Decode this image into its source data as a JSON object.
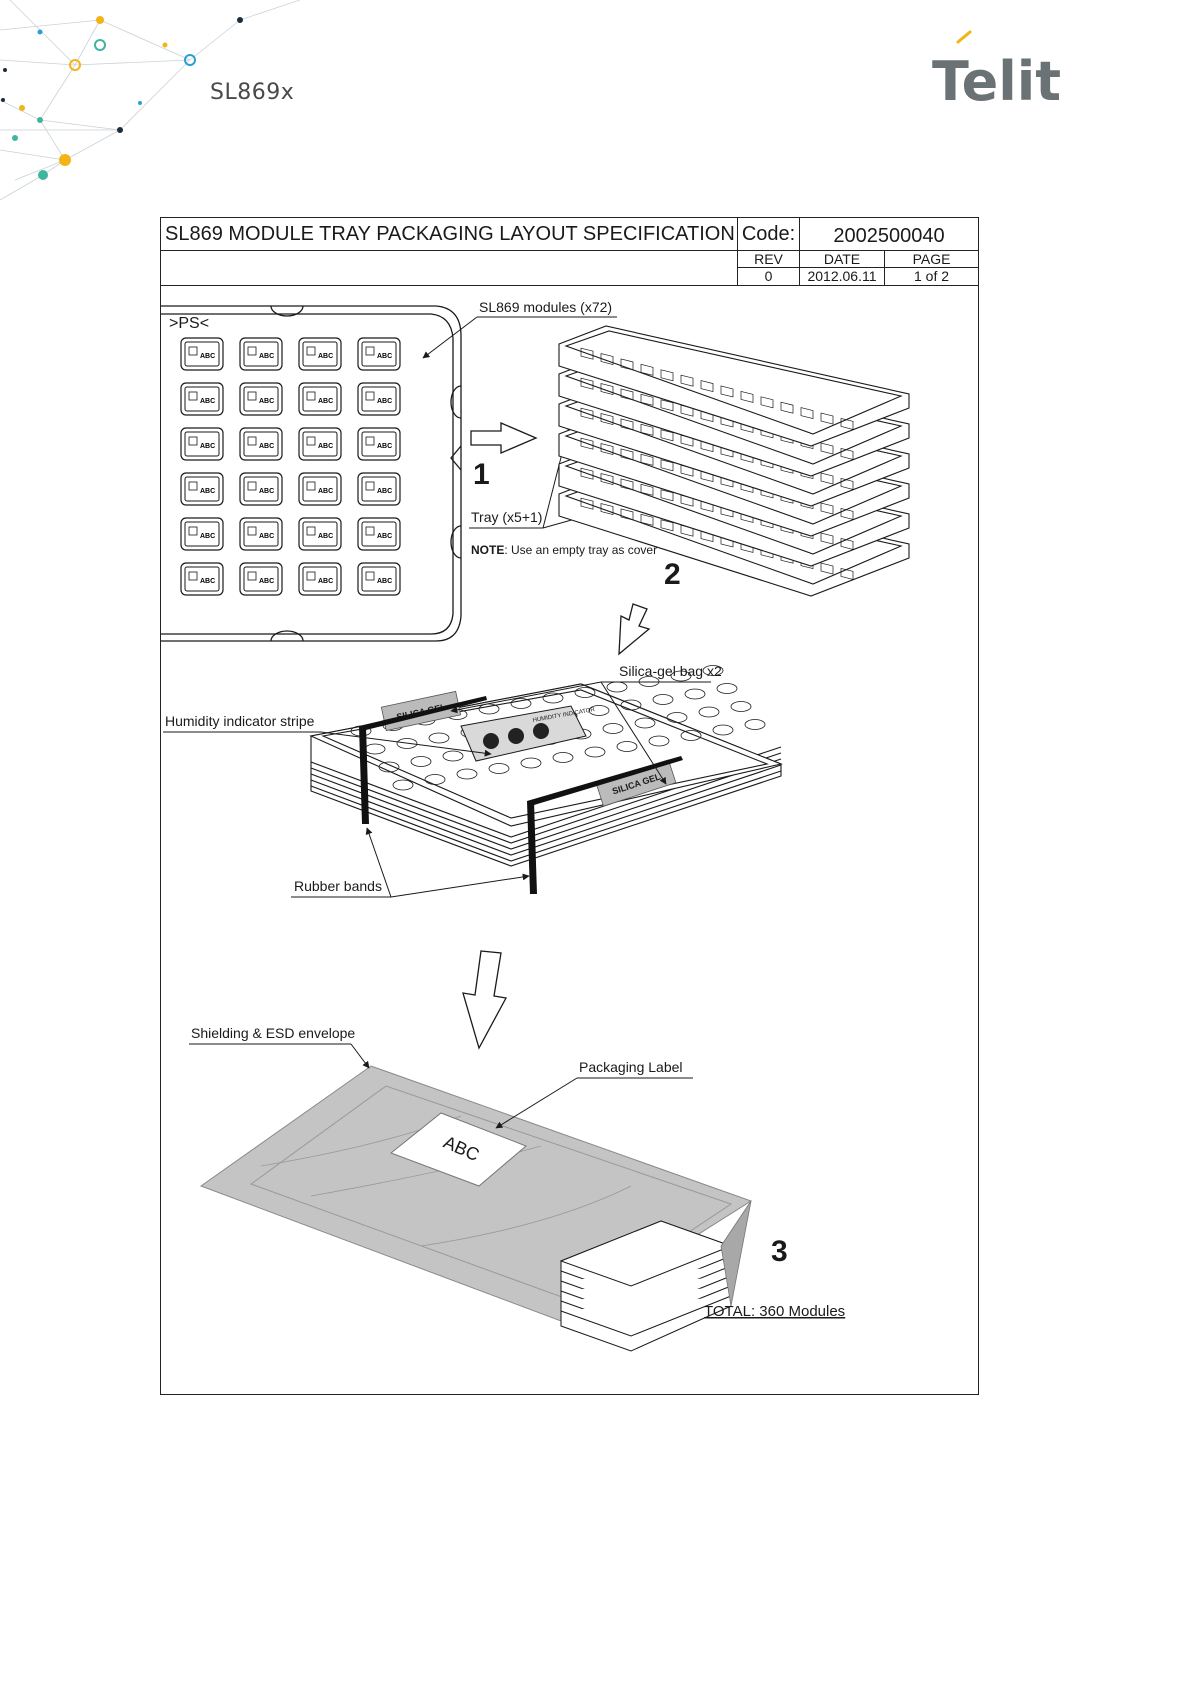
{
  "header": {
    "product": "SL869x",
    "brand": "Telit"
  },
  "titleblock": {
    "title": "SL869 MODULE TRAY PACKAGING LAYOUT SPECIFICATION",
    "code_label": "Code:",
    "code_value": "2002500040",
    "rev_label": "REV",
    "rev_value": "0",
    "date_label": "DATE",
    "date_value": "2012.06.11",
    "page_label": "PAGE",
    "page_value": "1 of 2"
  },
  "drawing": {
    "tray_mark": ">PS<",
    "module_text": "ABC",
    "modules_callout": "SL869 modules (x72)",
    "trays_callout": "Tray (x5+1)",
    "note_label": "NOTE",
    "note_text": ": Use an empty tray as cover",
    "step1": "1",
    "step2": "2",
    "step3": "3",
    "silica_callout": "Silica-gel bag x2",
    "silica_bag_text": "SILICA GEL",
    "humidity_callout": "Humidity indicator stripe",
    "humidity_card_text": "HUMIDITY INDICATOR",
    "rubber_callout": "Rubber bands",
    "shielding_callout": "Shielding & ESD envelope",
    "label_callout": "Packaging Label",
    "label_text": "ABC",
    "total": "TOTAL: 360 Modules"
  },
  "colors": {
    "ink": "#1a1a1a",
    "envelope": "#c4c4c4",
    "brand_gray": "#6b7275",
    "brand_accent": "#f3b417"
  }
}
